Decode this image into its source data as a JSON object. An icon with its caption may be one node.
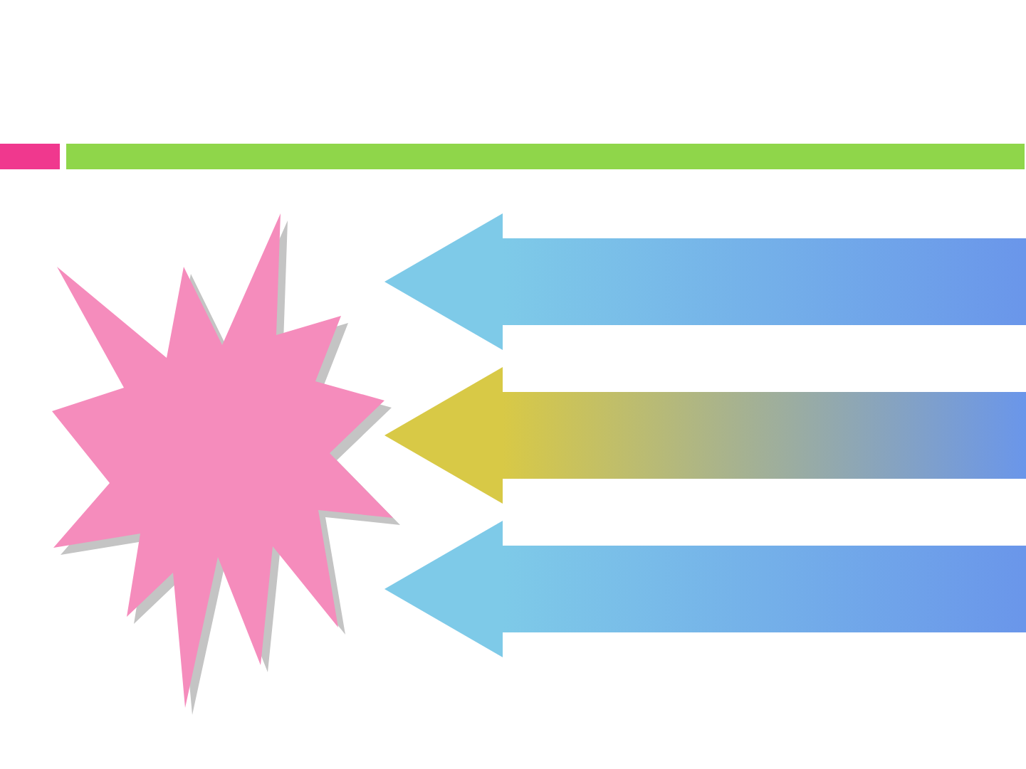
{
  "diagram": {
    "nodes": [
      {
        "text": [],
        "shape": "bar"
      },
      {
        "text": [],
        "shape": "bar"
      },
      {
        "text": [],
        "shape": "star"
      }
    ],
    "edges": [
      {
        "from": null,
        "to": 2,
        "arrow": "to",
        "style": "thick"
      },
      {
        "from": null,
        "to": 2,
        "arrow": "to",
        "style": "thick",
        "color": "#d8c946"
      },
      {
        "from": null,
        "to": 2,
        "arrow": "to",
        "style": "thick"
      }
    ]
  }
}
